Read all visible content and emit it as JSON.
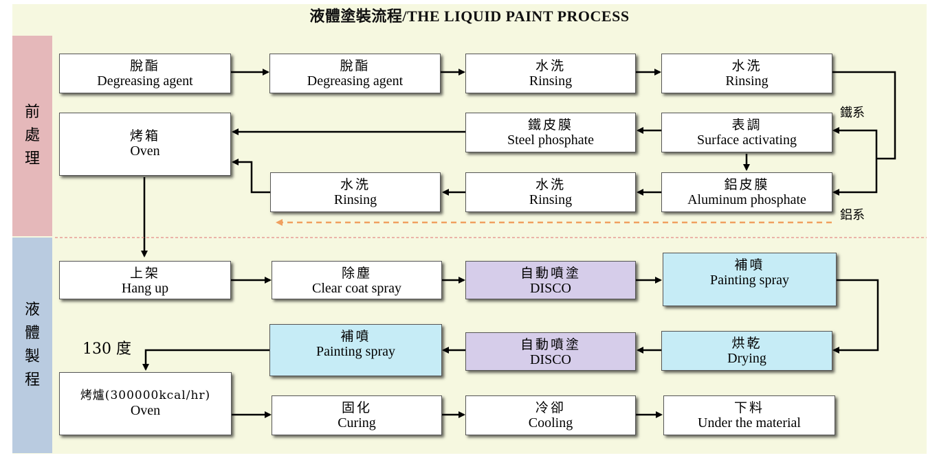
{
  "title": "液體塗裝流程/THE LIQUID PAINT PROCESS",
  "sections": {
    "pretreatment": "前處理",
    "liquid": "液體製程"
  },
  "side_labels": {
    "iron": "鐵系",
    "aluminum": "鋁系"
  },
  "temperature": "130 度",
  "steps": {
    "degrease1": {
      "zh": "脫酯",
      "en": "Degreasing agent"
    },
    "degrease2": {
      "zh": "脫酯",
      "en": "Degreasing agent"
    },
    "rinse1": {
      "zh": "水洗",
      "en": "Rinsing"
    },
    "rinse2": {
      "zh": "水洗",
      "en": "Rinsing"
    },
    "oven1": {
      "zh": "烤箱",
      "en": "Oven"
    },
    "steel_phosphate": {
      "zh": "鐵皮膜",
      "en": "Steel phosphate"
    },
    "surface_activating": {
      "zh": "表調",
      "en": "Surface activating"
    },
    "rinse3": {
      "zh": "水洗",
      "en": "Rinsing"
    },
    "rinse4": {
      "zh": "水洗",
      "en": "Rinsing"
    },
    "aluminum_phosphate": {
      "zh": "鋁皮膜",
      "en": "Aluminum phosphate"
    },
    "hang_up": {
      "zh": "上架",
      "en": "Hang up"
    },
    "clear_coat": {
      "zh": "除塵",
      "en": "Clear coat spray"
    },
    "disco1": {
      "zh": "自動噴塗",
      "en": "DISCO"
    },
    "painting_spray1": {
      "zh": "補噴",
      "en": "Painting spray"
    },
    "painting_spray2": {
      "zh": "補噴",
      "en": "Painting spray"
    },
    "disco2": {
      "zh": "自動噴塗",
      "en": "DISCO"
    },
    "drying": {
      "zh": "烘乾",
      "en": "Drying"
    },
    "oven2": {
      "zh": "烤爐(300000kcal/hr)",
      "en": "Oven"
    },
    "curing": {
      "zh": "固化",
      "en": "Curing"
    },
    "cooling": {
      "zh": "冷卻",
      "en": "Cooling"
    },
    "under_material": {
      "zh": "下料",
      "en": "Under the material"
    }
  },
  "colors": {
    "pretreatment_band": "#e5b8ba",
    "liquid_band": "#b9cbe0",
    "background": "#f6f8e0",
    "disco_box": "#d6cdea",
    "spray_box": "#c6ecf6",
    "dashed_arrow": "#f0a060"
  }
}
